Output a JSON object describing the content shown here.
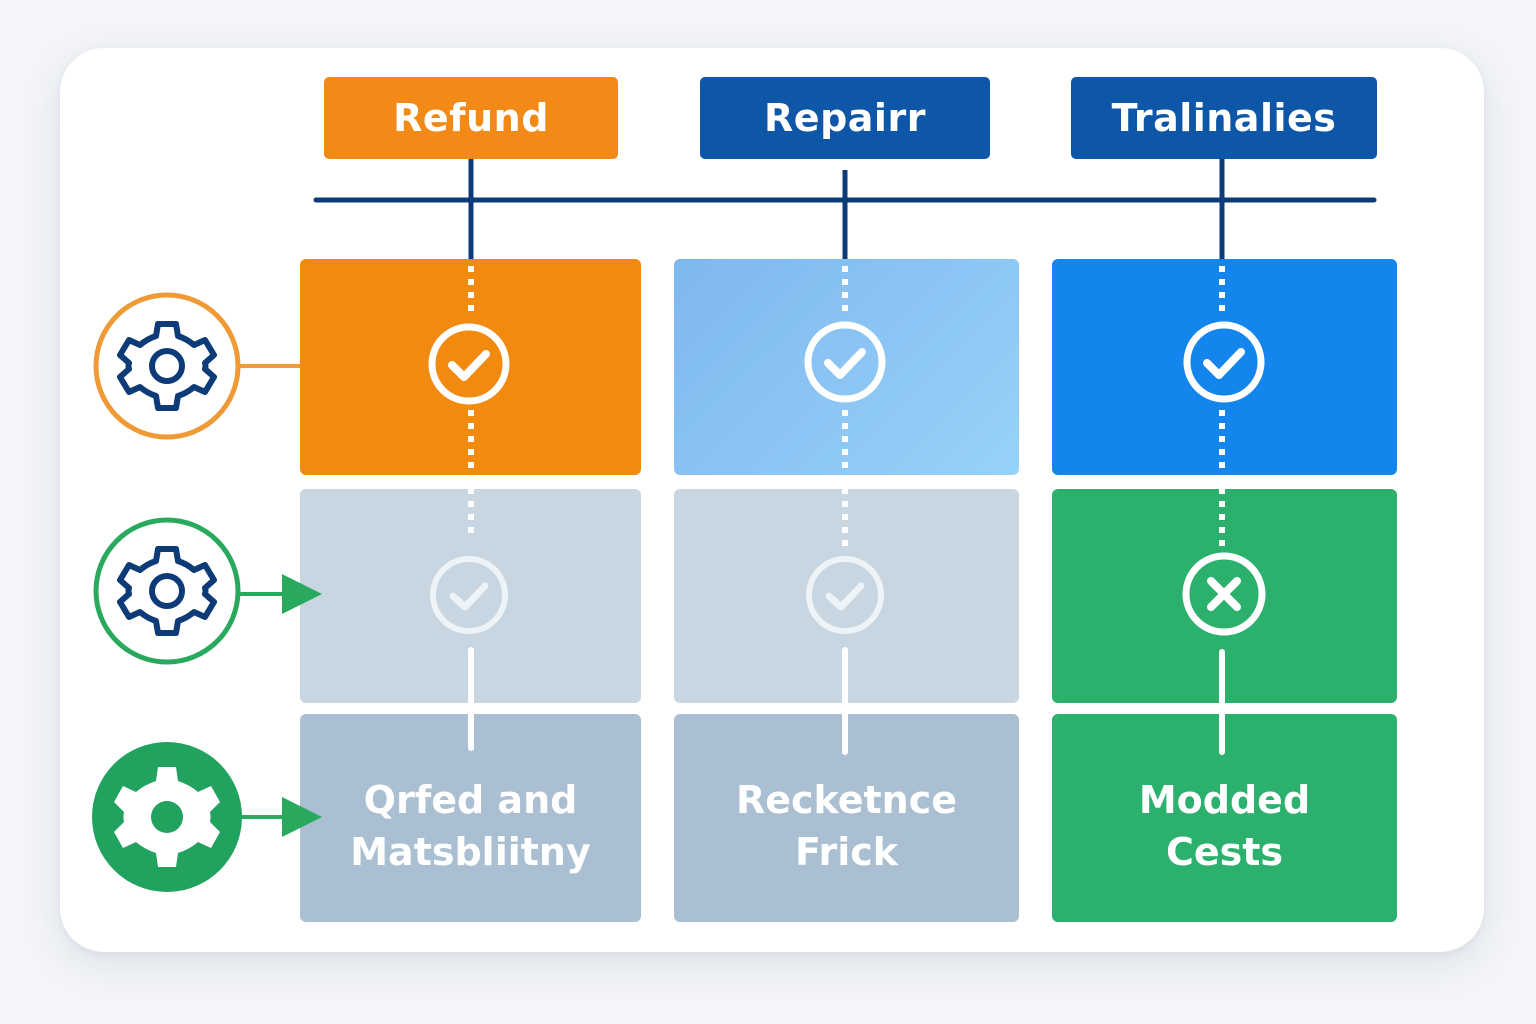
{
  "columns": [
    {
      "header": "Refund",
      "header_color": "#f38a17",
      "bottom_label": [
        "Qrfed and",
        "Matsbliitny"
      ],
      "row1_color": "#f38a10",
      "row2_color": "#c8d6e1",
      "row3_color": "#aabfd1",
      "row1_status": "check",
      "row2_status": "check"
    },
    {
      "header": "Repairr",
      "header_color": "#0e56a8",
      "bottom_label": [
        "Recketnce",
        "Frick"
      ],
      "row1_color": "#8cc8f4",
      "row2_color": "#c8d6e1",
      "row3_color": "#aabfd1",
      "row1_status": "check",
      "row2_status": "check"
    },
    {
      "header": "Tralinalies",
      "header_color": "#0e56a8",
      "bottom_label": [
        "Modded",
        "Cests"
      ],
      "row1_color": "#1485ec",
      "row2_color": "#2bb06e",
      "row3_color": "#2bb06e",
      "row1_status": "check",
      "row2_status": "cross"
    }
  ],
  "row_icons": [
    {
      "icon": "gear-icon",
      "ring_color": "#ef9a35",
      "style": "outline"
    },
    {
      "icon": "gear-icon",
      "ring_color": "#28a95e",
      "style": "outline"
    },
    {
      "icon": "gear-icon",
      "ring_color": "#22a25f",
      "style": "filled"
    }
  ],
  "colors": {
    "line": "#0d3b78",
    "gear_outline": "#0d3b78"
  }
}
